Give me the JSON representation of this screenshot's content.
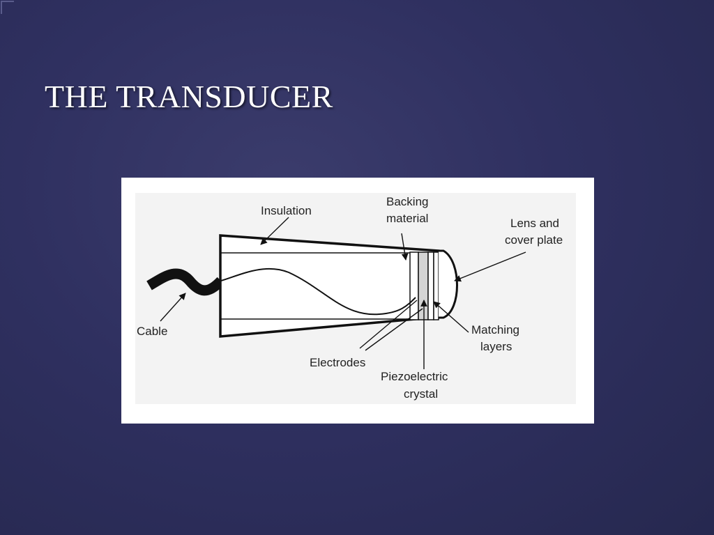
{
  "slide": {
    "title": "THE TRANSDUCER"
  },
  "diagram": {
    "labels": {
      "insulation": "Insulation",
      "backing_line1": "Backing",
      "backing_line2": "material",
      "lens_line1": "Lens and",
      "lens_line2": "cover plate",
      "cable": "Cable",
      "matching_line1": "Matching",
      "matching_line2": "layers",
      "electrodes": "Electrodes",
      "piezo_line1": "Piezoelectric",
      "piezo_line2": "crystal"
    }
  },
  "colors": {
    "background": "#2f3060",
    "title_text": "#ffffff",
    "figure_panel": "#ffffff",
    "figure_inner": "#f3f3f3",
    "ink": "#111111",
    "crystal_fill": "#d4d4d4"
  }
}
